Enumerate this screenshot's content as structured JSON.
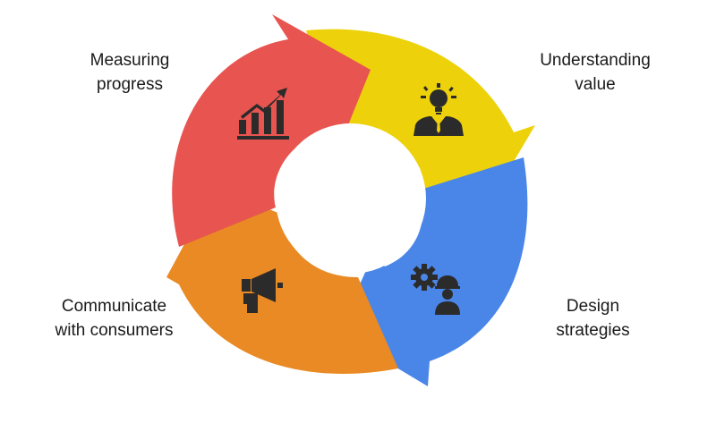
{
  "stages": [
    {
      "key": "measuring",
      "line1": "Measuring",
      "line2": "progress",
      "color": "#e85450",
      "icon": "growth-chart-icon"
    },
    {
      "key": "understanding",
      "line1": "Understanding",
      "line2": "value",
      "color": "#edd20b",
      "icon": "idea-person-icon"
    },
    {
      "key": "design",
      "line1": "Design",
      "line2": "strategies",
      "color": "#4a86e8",
      "icon": "gear-engineer-icon"
    },
    {
      "key": "communicate",
      "line1": "Communicate",
      "line2": "with consumers",
      "color": "#e98a24",
      "icon": "megaphone-icon"
    }
  ],
  "icon_color": "#2b2b2b",
  "hole_color": "#ffffff"
}
